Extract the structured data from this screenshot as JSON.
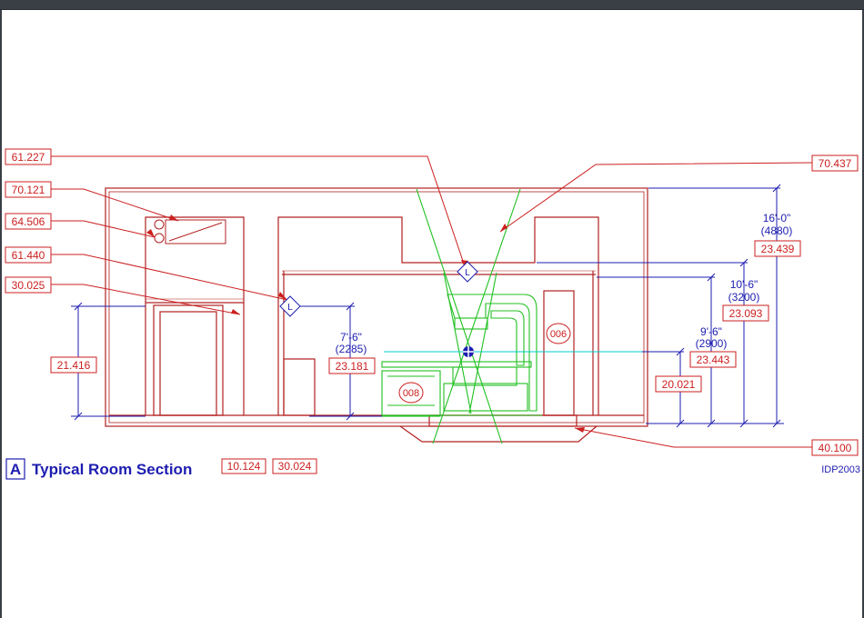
{
  "colors": {
    "wall": "#b22020",
    "dimension": "#1d1db0",
    "equipment": "#20c020",
    "leader": "#cc1f1f",
    "axis": "#00cccc"
  },
  "callouts": [
    {
      "id": "c1",
      "label": "61.227"
    },
    {
      "id": "c2",
      "label": "70.121"
    },
    {
      "id": "c3",
      "label": "64.506"
    },
    {
      "id": "c4",
      "label": "61.440"
    },
    {
      "id": "c5",
      "label": "30.025"
    },
    {
      "id": "c6",
      "label": "21.416"
    },
    {
      "id": "c7",
      "label": "70.437"
    },
    {
      "id": "c8",
      "label": "23.181"
    },
    {
      "id": "c9",
      "label": "23.093"
    },
    {
      "id": "c10",
      "label": "23.443"
    },
    {
      "id": "c11",
      "label": "23.439"
    },
    {
      "id": "c12",
      "label": "20.021"
    },
    {
      "id": "c13",
      "label": "40.100"
    }
  ],
  "dimensions": {
    "d1": {
      "imperial": "16'-0\"",
      "metric": "(4880)"
    },
    "d2": {
      "imperial": "10'-6\"",
      "metric": "(3200)"
    },
    "d3": {
      "imperial": "9'-6\"",
      "metric": "(2900)"
    },
    "d4": {
      "imperial": "7'-6\"",
      "metric": "(2285)"
    }
  },
  "equipment_codes": {
    "e1": "006",
    "e2": "008"
  },
  "level_markers": {
    "l1": "L",
    "l2": "L"
  },
  "title_block": {
    "letter": "A",
    "title": "Typical Room Section",
    "refs": [
      "10.124",
      "30.024"
    ],
    "drawing_id": "IDP2003"
  }
}
